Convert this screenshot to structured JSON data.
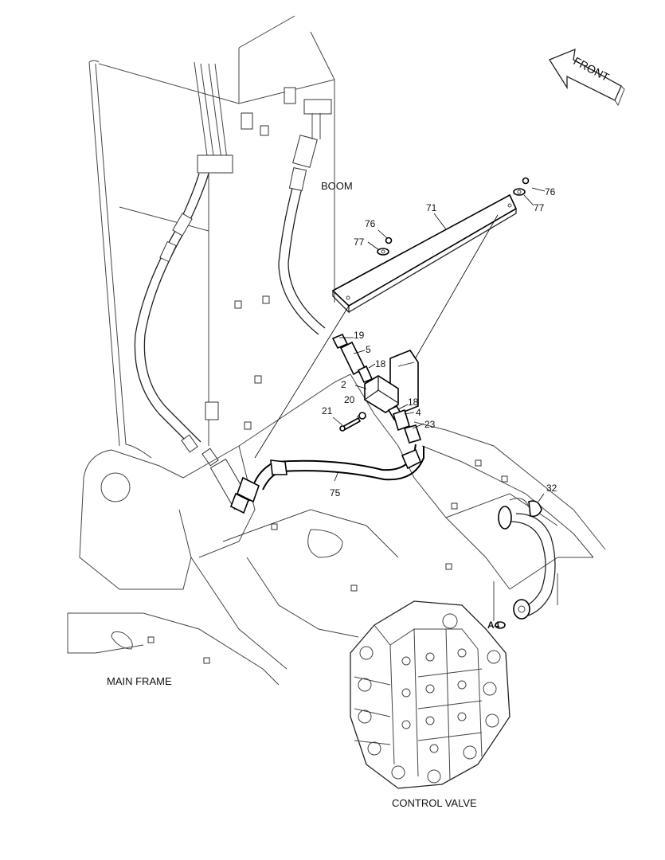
{
  "labels": {
    "boom": "BOOM",
    "main_frame": "MAIN FRAME",
    "control_valve": "CONTROL VALVE",
    "front": "FRONT",
    "a4": "A4"
  },
  "callouts": {
    "p76a": "76",
    "p77a": "77",
    "p76b": "76",
    "p77b": "77",
    "p71": "71",
    "p19": "19",
    "p5": "5",
    "p18a": "18",
    "p2": "2",
    "p20": "20",
    "p21": "21",
    "p18b": "18",
    "p4": "4",
    "p23": "23",
    "p75": "75",
    "p32": "32"
  },
  "colors": {
    "line": "#222222",
    "background": "#ffffff"
  }
}
